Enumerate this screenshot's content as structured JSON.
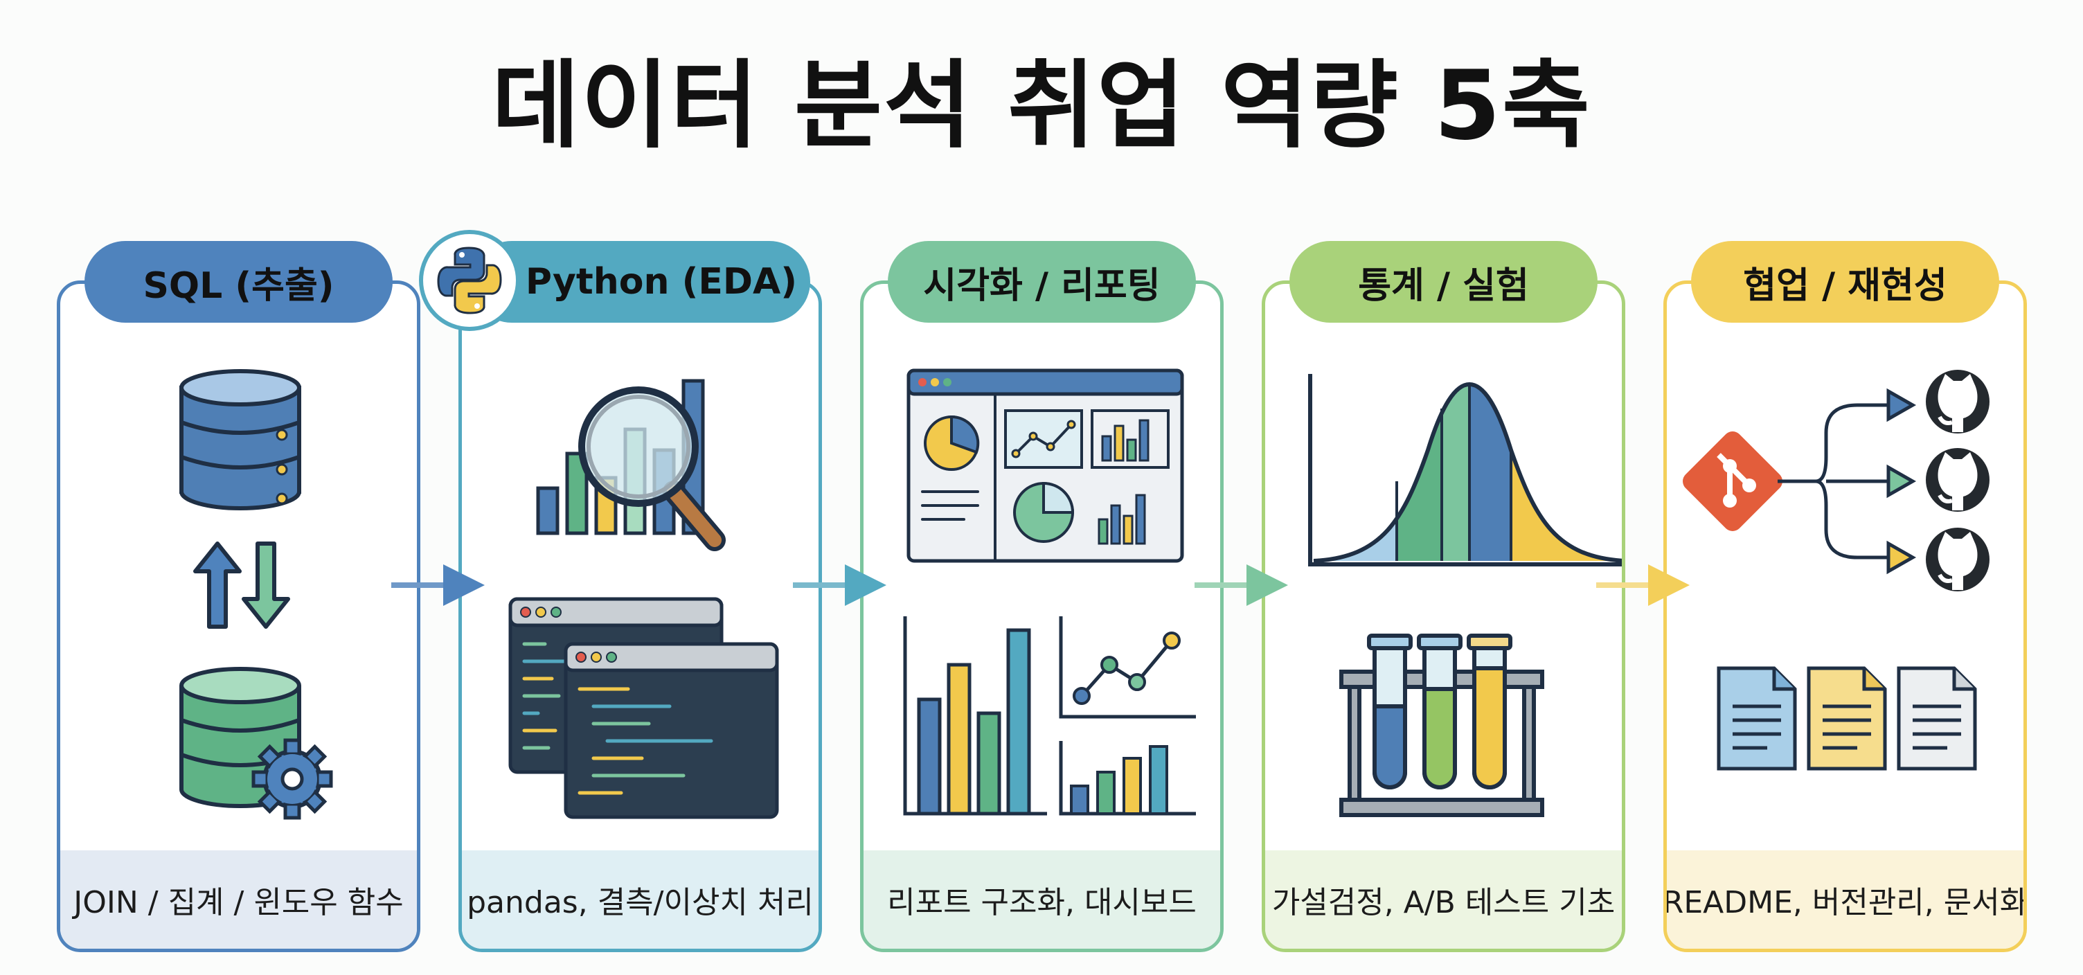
{
  "title": "데이터 분석 취업 역량 5축",
  "axes": [
    {
      "label": "SQL (추출)",
      "footer": "JOIN / 집계 / 윈도우 함수",
      "color": "#3f72ad",
      "pill_color": "#4f83bd",
      "foot_bg": "#e3eaf3",
      "icons": [
        "database-icon",
        "sync-arrows-icon",
        "database-gear-icon"
      ]
    },
    {
      "label": "Python (EDA)",
      "footer": "pandas, 결측/이상치 처리",
      "color": "#3e9ab4",
      "pill_color": "#53a9c1",
      "foot_bg": "#dfeff4",
      "icons": [
        "python-logo-icon",
        "magnifier-bar-chart-icon",
        "code-editor-icon"
      ]
    },
    {
      "label": "시각화 / 리포팅",
      "footer": "리포트 구조화, 대시보드",
      "color": "#62b78b",
      "pill_color": "#7cc59e",
      "foot_bg": "#e3f2ea",
      "icons": [
        "dashboard-icon",
        "bar-chart-icon",
        "line-chart-icon"
      ]
    },
    {
      "label": "통계 / 실험",
      "footer": "가설검정, A/B 테스트 기초",
      "color": "#95c563",
      "pill_color": "#a9d27a",
      "foot_bg": "#edf5e2",
      "icons": [
        "normal-distribution-icon",
        "test-tubes-icon"
      ]
    },
    {
      "label": "협업 / 재현성",
      "footer": "README, 버전관리, 문서화",
      "color": "#efc84f",
      "pill_color": "#f3cf5a",
      "foot_bg": "#fbf3d9",
      "icons": [
        "git-logo-icon",
        "github-icon",
        "document-icon"
      ]
    }
  ]
}
